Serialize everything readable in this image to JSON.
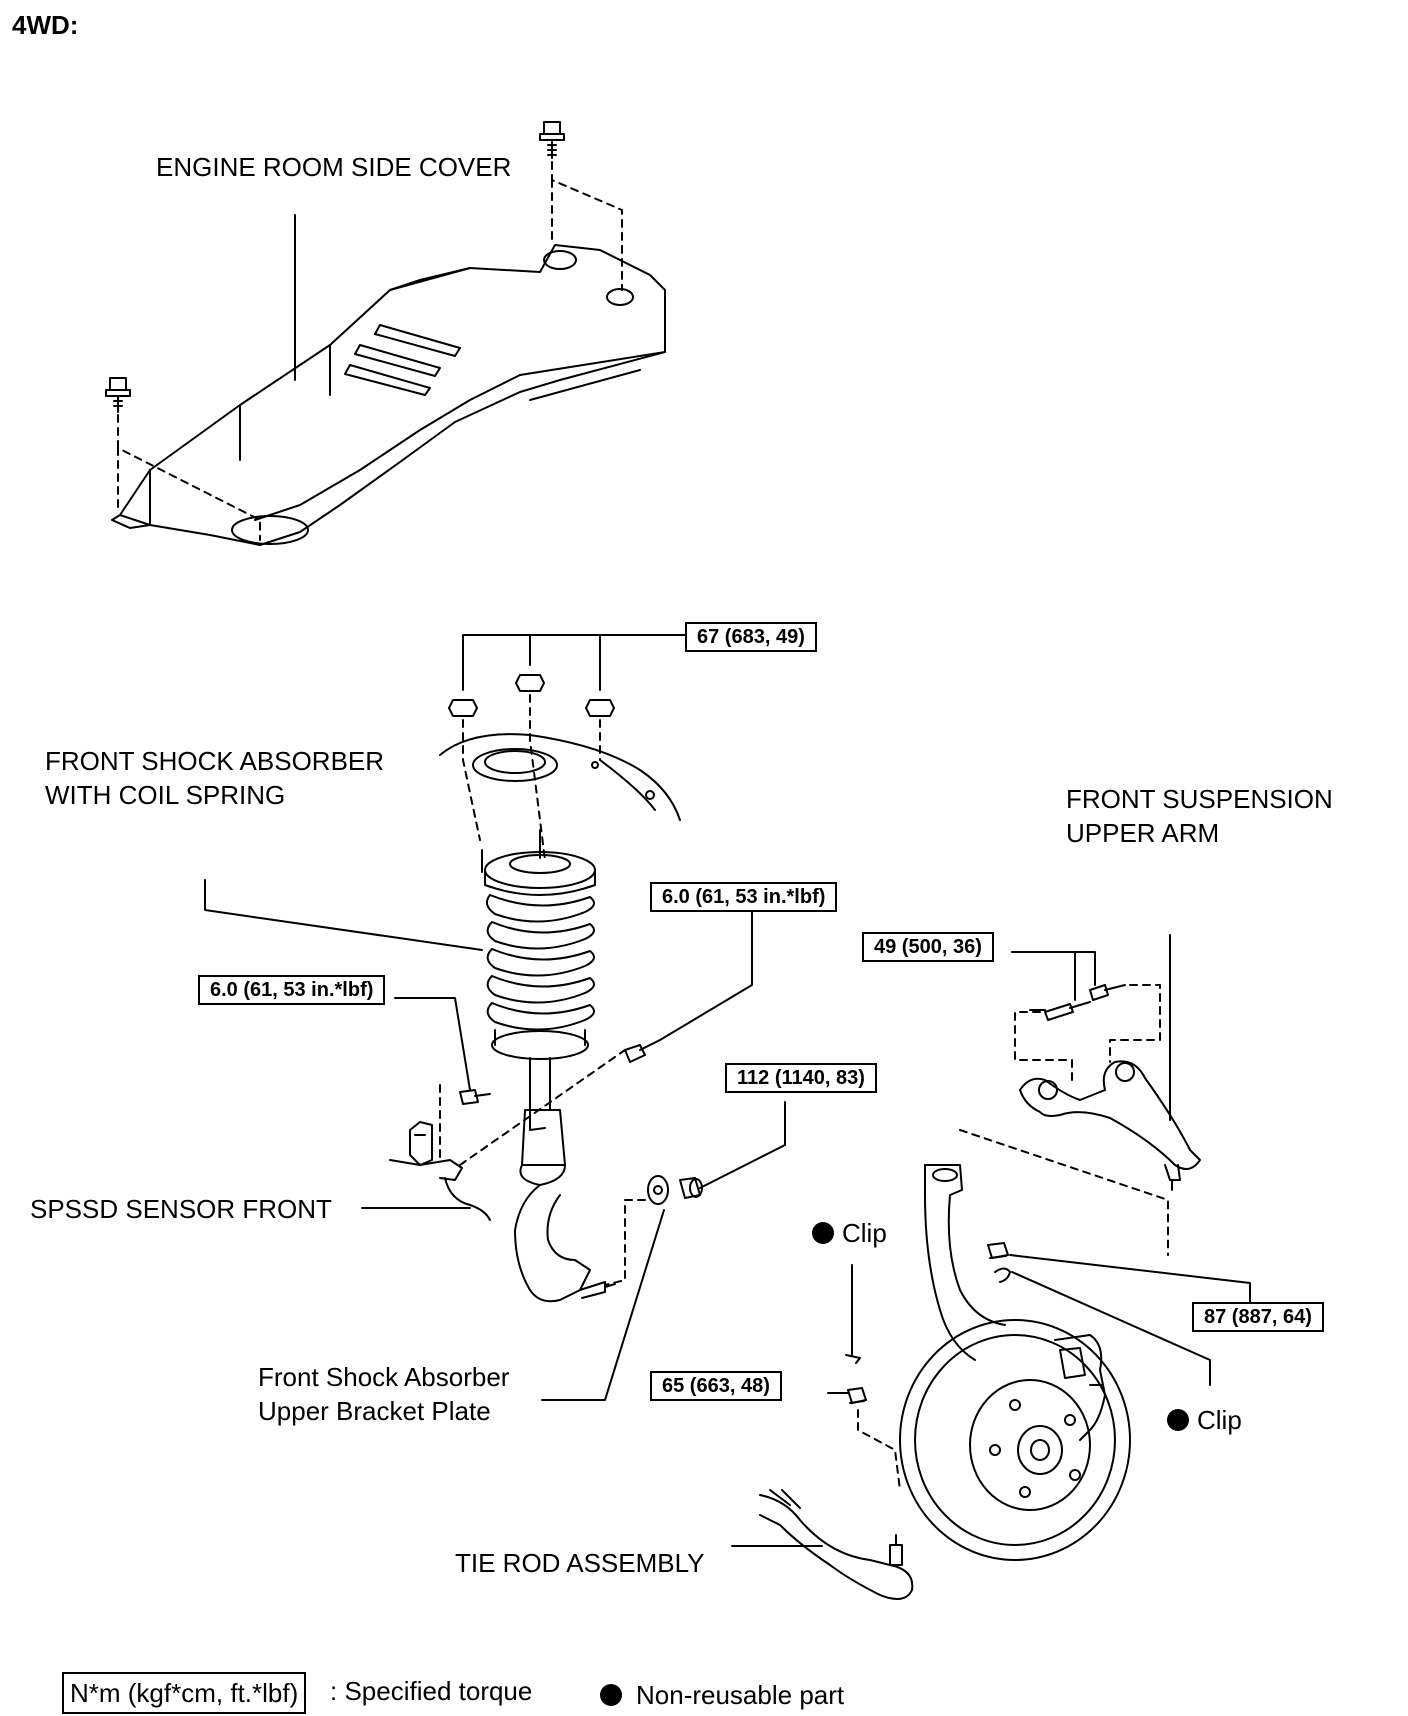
{
  "title": "4WD:",
  "parts": {
    "engine_cover": "ENGINE ROOM SIDE COVER",
    "shock_line1": "FRONT SHOCK ABSORBER",
    "shock_line2": "WITH COIL SPRING",
    "upper_arm_line1": "FRONT SUSPENSION",
    "upper_arm_line2": "UPPER ARM",
    "speed_sensor": "SPSSD SENSOR FRONT",
    "bracket_line1": "Front Shock Absorber",
    "bracket_line2": "Upper Bracket Plate",
    "tie_rod": "TIE ROD ASSEMBLY",
    "clip_upper": "Clip",
    "clip_right": "Clip"
  },
  "torques": {
    "top_nuts": "67 (683, 49)",
    "bracket_bolt": "6.0 (61, 53 in.*lbf)",
    "sensor_bolt": "6.0 (61, 53 in.*lbf)",
    "upper_arm_bolts": "49 (500, 36)",
    "lower_bolt": "112 (1140, 83)",
    "arm_nut": "87 (887, 64)",
    "tie_rod_nut": "65 (663, 48)"
  },
  "legend": {
    "torque_unit": "N*m (kgf*cm, ft.*lbf)",
    "torque_text": ": Specified torque",
    "nonreusable_text": "Non-reusable part"
  },
  "colors": {
    "line": "#000000",
    "background": "#ffffff"
  }
}
